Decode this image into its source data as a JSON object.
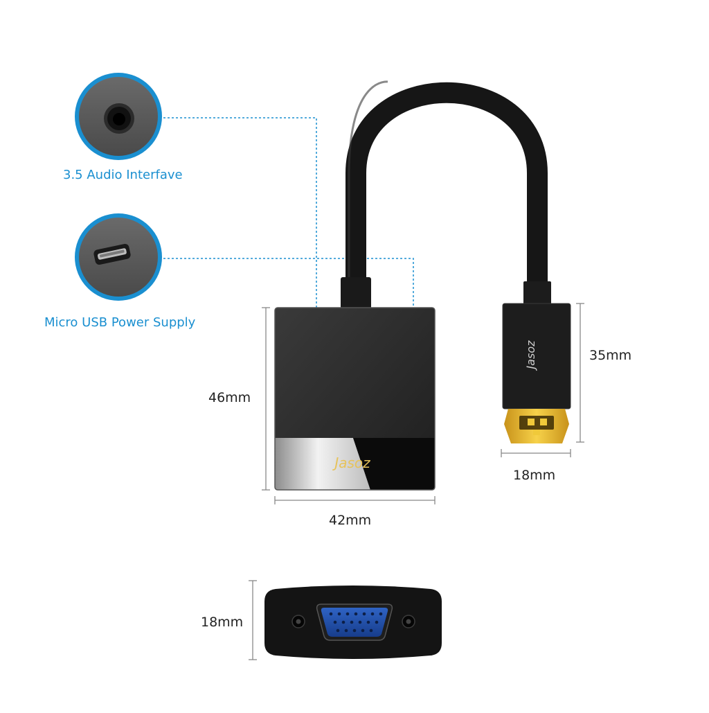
{
  "callouts": {
    "audio": "3.5 Audio Interfave",
    "usb": "Micro USB Power Supply"
  },
  "dimensions": {
    "body_height": "46mm",
    "body_width": "42mm",
    "hdmi_length": "35mm",
    "hdmi_width": "18mm",
    "vga_height": "18mm"
  },
  "brand_logo": "Jasoz",
  "colors": {
    "accent": "#1a8fd0",
    "adapter_body": "#2a2a2a",
    "vga_port": "#1f4fa8",
    "gold_contacts": "#e2b41f"
  },
  "icons": {
    "audio_port": "audio-jack-icon",
    "usb_port": "micro-usb-icon"
  }
}
